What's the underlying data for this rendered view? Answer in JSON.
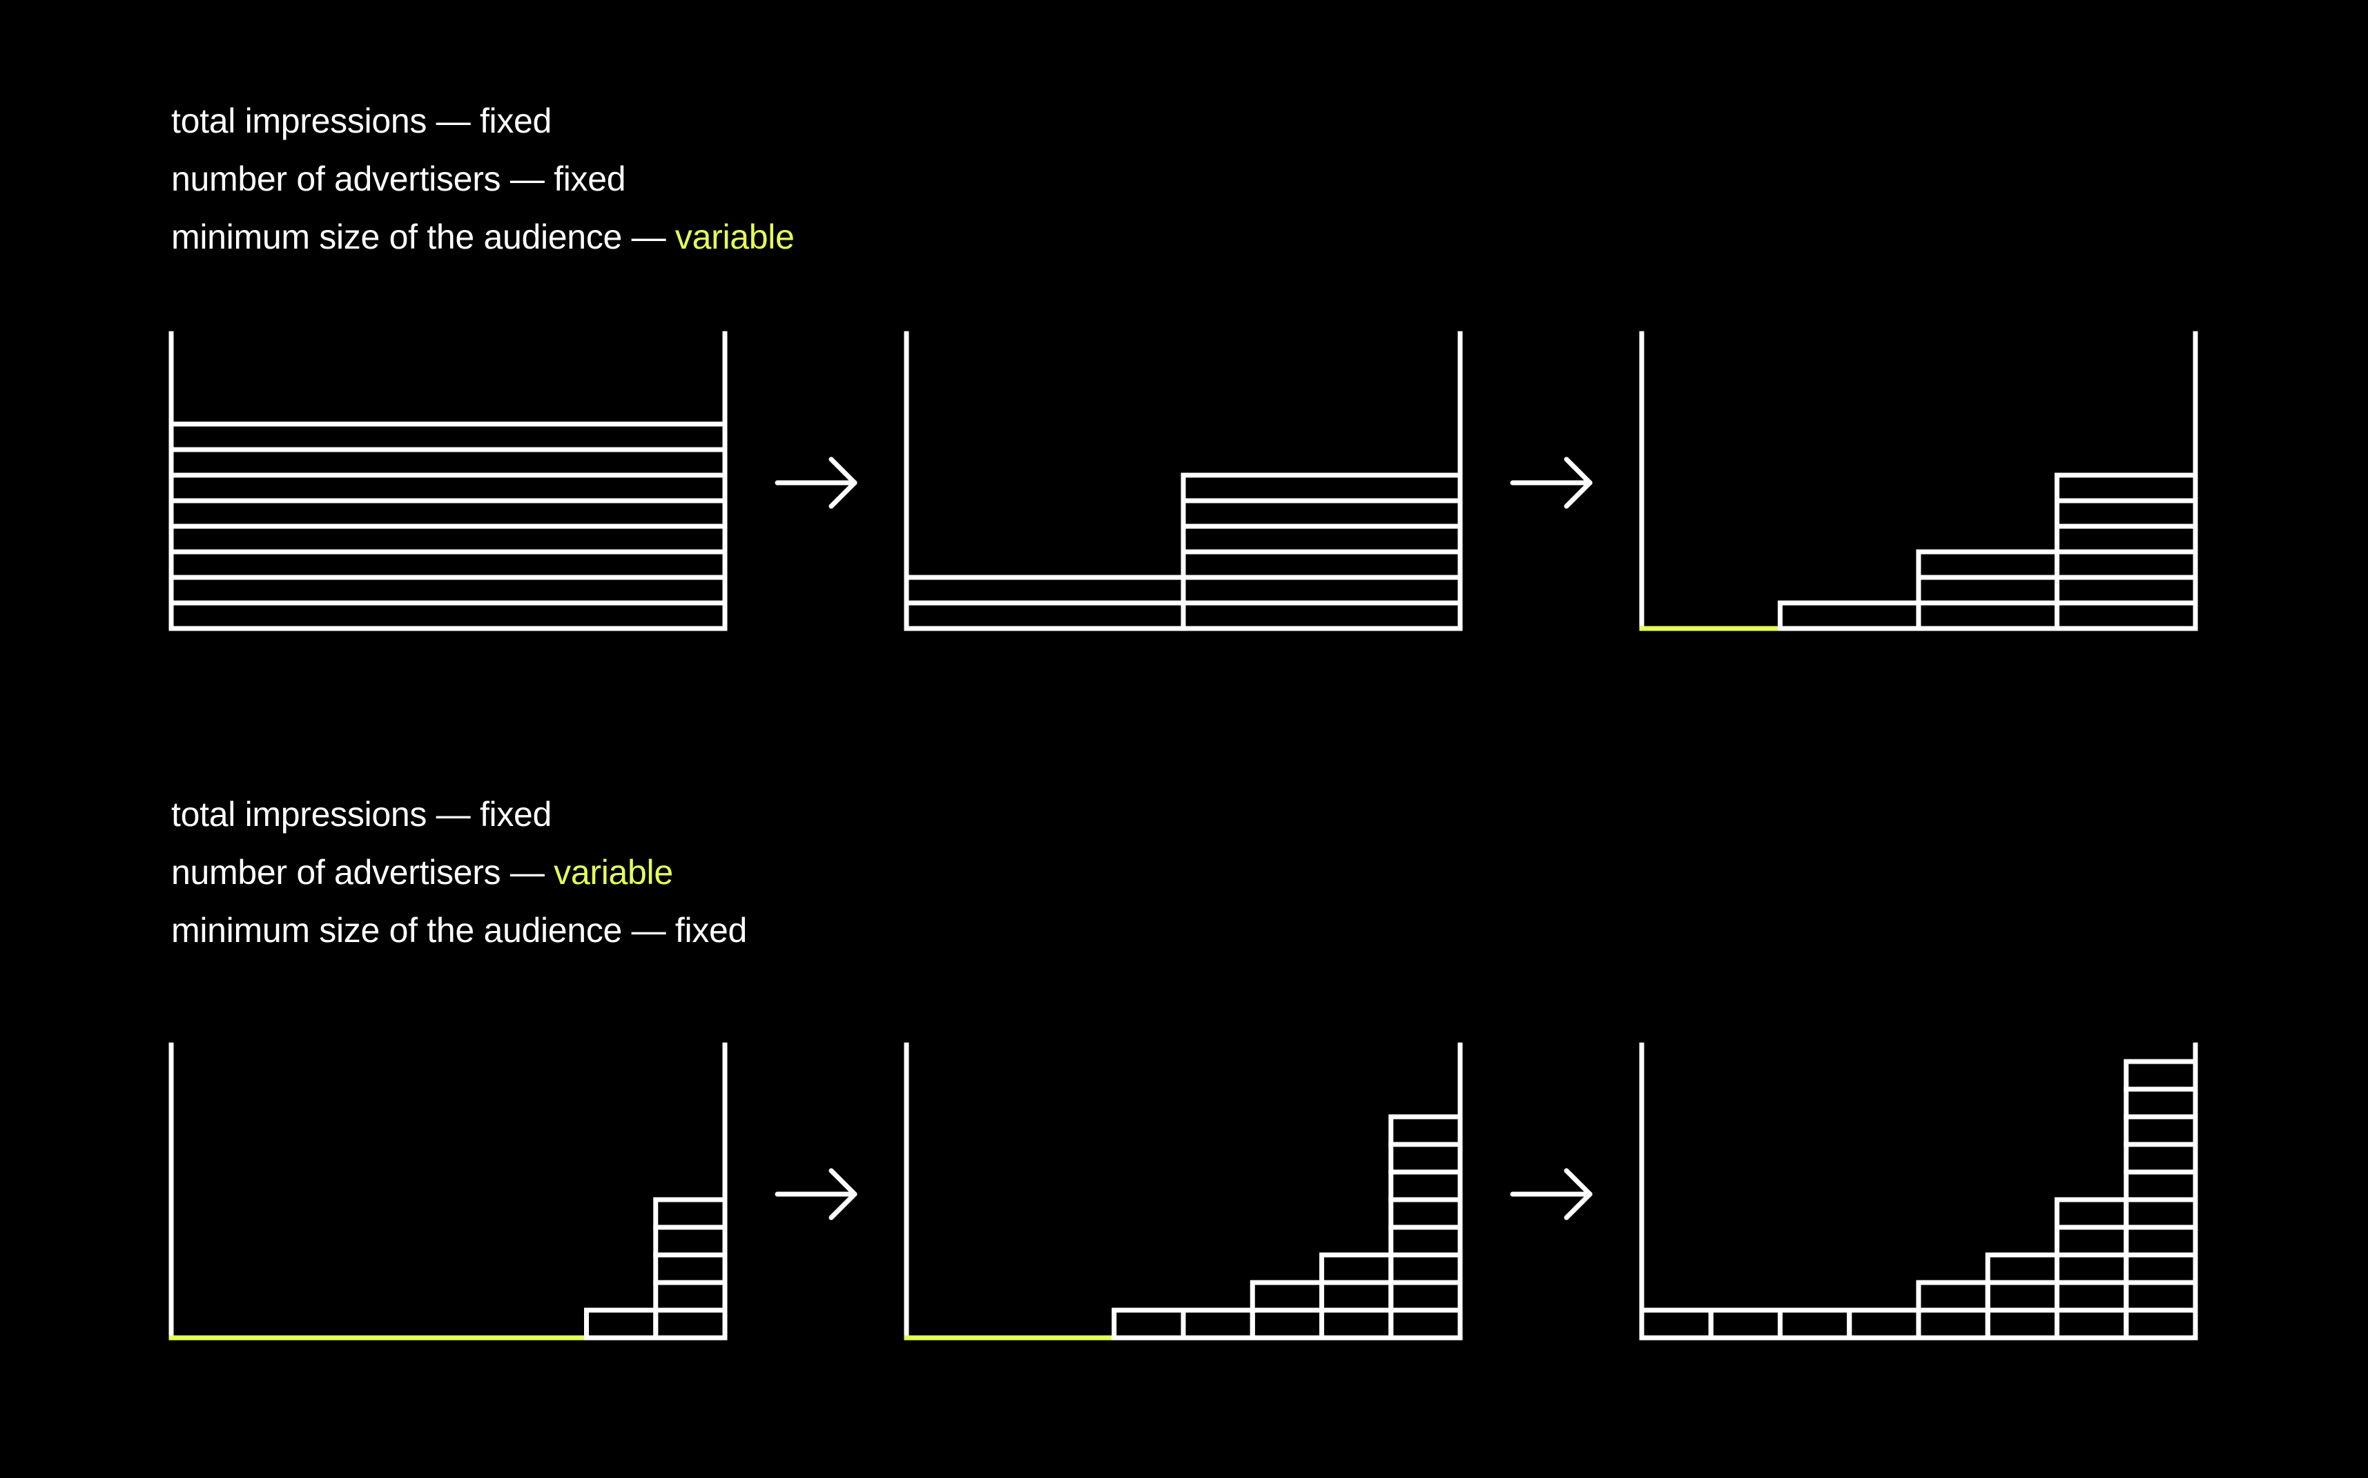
{
  "colors": {
    "background": "#000000",
    "stroke": "#ffffff",
    "highlight": "#e6ff57"
  },
  "groups": [
    {
      "legend": [
        {
          "label": "total impressions",
          "sep": " — ",
          "state": "fixed",
          "highlight": false
        },
        {
          "label": "number of advertisers",
          "sep": " — ",
          "state": "fixed",
          "highlight": false
        },
        {
          "label": "minimum size of the audience",
          "sep": " — ",
          "state": "variable",
          "highlight": true
        }
      ],
      "panels": [
        {
          "columns": [
            [
              10,
              10,
              10,
              10,
              10,
              10,
              10,
              10
            ]
          ],
          "unused_columns": 0
        },
        {
          "columns": [
            [
              10,
              10
            ],
            [
              10,
              10,
              10,
              10,
              10,
              10
            ]
          ],
          "unused_columns": 0
        },
        {
          "columns": [
            [],
            [
              10
            ],
            [
              10,
              10,
              10
            ],
            [
              10,
              10,
              10,
              10,
              10,
              10
            ]
          ],
          "unused_columns": 1
        }
      ]
    },
    {
      "legend": [
        {
          "label": "total impressions",
          "sep": " — ",
          "state": "fixed",
          "highlight": false
        },
        {
          "label": "number of advertisers",
          "sep": " — ",
          "state": "variable",
          "highlight": true
        },
        {
          "label": "minimum size of the audience",
          "sep": " — ",
          "state": "fixed",
          "highlight": false
        }
      ],
      "panels": [
        {
          "columns": [
            [],
            [],
            [],
            [],
            [],
            [],
            [
              1
            ],
            [
              1,
              1,
              1,
              1,
              1
            ]
          ],
          "unused_columns": 6
        },
        {
          "columns": [
            [],
            [],
            [],
            [
              1
            ],
            [
              1
            ],
            [
              1,
              1
            ],
            [
              1,
              1,
              1
            ],
            [
              1,
              1,
              1,
              1,
              1,
              1,
              1,
              1
            ]
          ],
          "unused_columns": 3
        },
        {
          "columns": [
            [
              1
            ],
            [
              1
            ],
            [
              1
            ],
            [
              1
            ],
            [
              1,
              1
            ],
            [
              1,
              1,
              1
            ],
            [
              1,
              1,
              1,
              1,
              1
            ],
            [
              1,
              1,
              1,
              1,
              1,
              1,
              1,
              1,
              1,
              1
            ]
          ],
          "unused_columns": 0
        }
      ]
    }
  ],
  "arrow_icon": "right-arrow-icon"
}
